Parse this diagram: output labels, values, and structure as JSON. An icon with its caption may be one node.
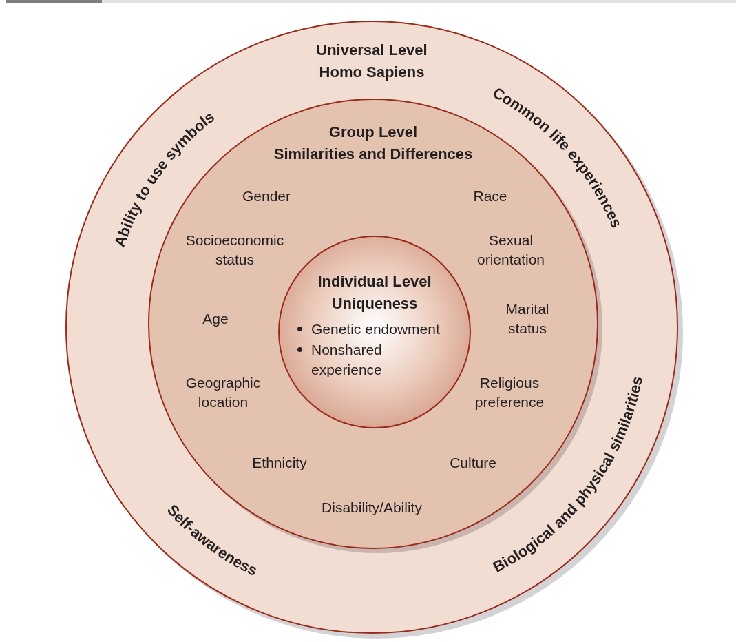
{
  "diagram": {
    "nodes": [
      {
        "text": [
          "Universal Level",
          "Homo Sapiens"
        ]
      },
      {
        "text": [
          "Group Level",
          "Similarities and Differences"
        ],
        "in": 0
      },
      {
        "text": [
          "Individual Level",
          "Uniqueness",
          "Genetic endowment",
          "Nonshared experience"
        ],
        "in": 1
      }
    ],
    "edges": [],
    "labels": [
      "Ability to use symbols",
      "Common life experiences",
      "Gender",
      "Race",
      "Socioeconomic status",
      "Sexual orientation",
      "Age",
      "Marital status",
      "Geographic location",
      "Religious preference",
      "Ethnicity",
      "Culture",
      "Disability/Ability",
      "Self-awareness",
      "Biological and physical similarities"
    ]
  }
}
